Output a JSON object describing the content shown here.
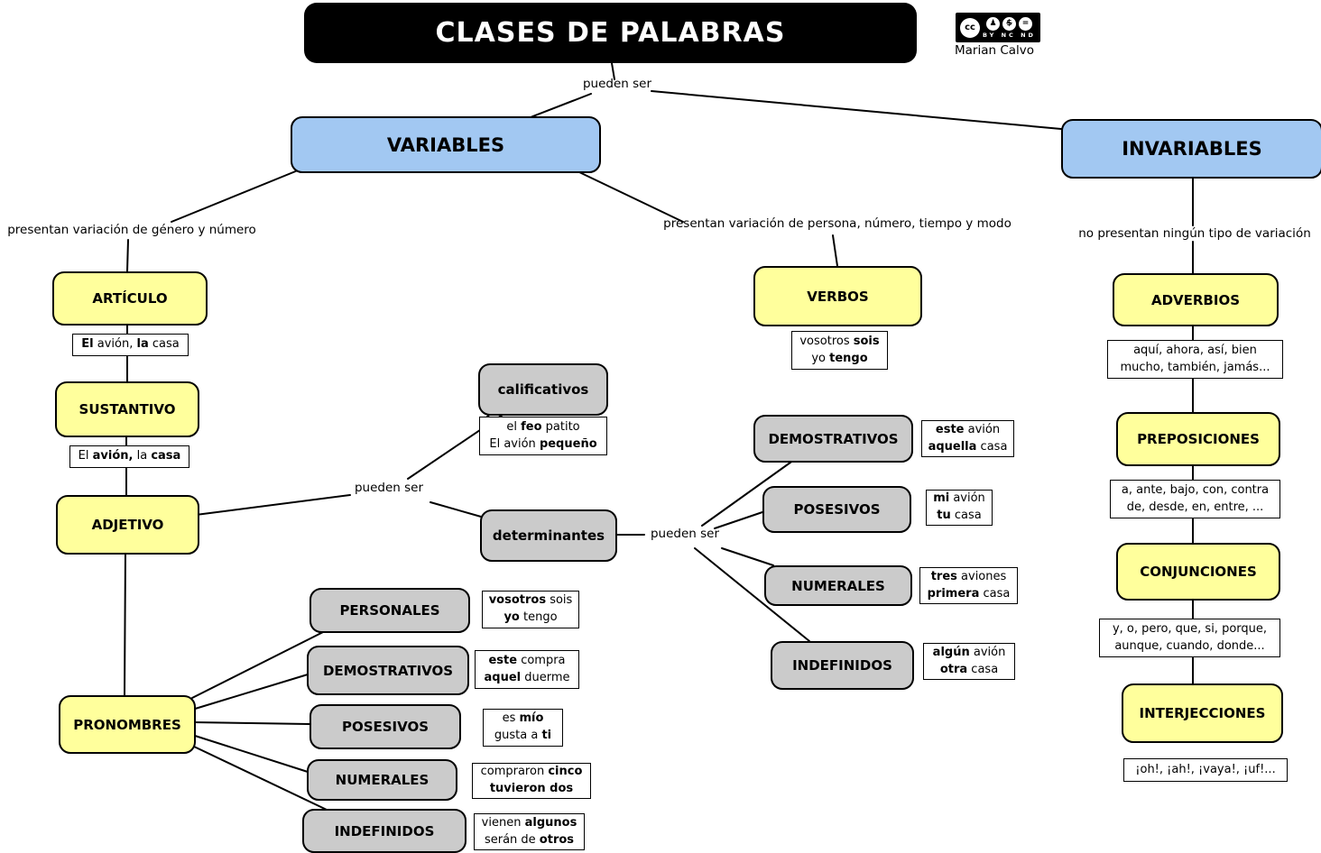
{
  "title": "CLASES DE PALABRAS",
  "license": {
    "author": "Marian Calvo",
    "icons": [
      "cc",
      "♟",
      "$",
      "="
    ],
    "labels": "BY NC ND"
  },
  "labels": {
    "root_connector": "pueden ser",
    "adjetivo_connector": "pueden ser",
    "determinantes_connector": "pueden ser",
    "variables_note": "presentan variación de género y número",
    "verbos_note": "presentan variación de persona, número, tiempo y modo",
    "invariables_note": "no presentan ningún tipo de variación"
  },
  "nodes": {
    "variables": "VARIABLES",
    "invariables": "INVARIABLES",
    "articulo": "ARTÍCULO",
    "sustantivo": "SUSTANTIVO",
    "adjetivo": "ADJETIVO",
    "pronombres": "PRONOMBRES",
    "verbos": "VERBOS",
    "calificativos": "calificativos",
    "determinantes": "determinantes",
    "det_demostrativos": "DEMOSTRATIVOS",
    "det_posesivos": "POSESIVOS",
    "det_numerales": "NUMERALES",
    "det_indefinidos": "INDEFINIDOS",
    "pron_personales": "PERSONALES",
    "pron_demostrativos": "DEMOSTRATIVOS",
    "pron_posesivos": "POSESIVOS",
    "pron_numerales": "NUMERALES",
    "pron_indefinidos": "INDEFINIDOS",
    "adverbios": "ADVERBIOS",
    "preposiciones": "PREPOSICIONES",
    "conjunciones": "CONJUNCIONES",
    "interjecciones": "INTERJECCIONES"
  },
  "examples": {
    "articulo": [
      [
        {
          "t": "El",
          "b": 1
        },
        {
          "t": " avión, ",
          "b": 0
        },
        {
          "t": "la",
          "b": 1
        },
        {
          "t": " casa",
          "b": 0
        }
      ]
    ],
    "sustantivo": [
      [
        {
          "t": "El ",
          "b": 0
        },
        {
          "t": "avión,",
          "b": 1
        },
        {
          "t": " la ",
          "b": 0
        },
        {
          "t": "casa",
          "b": 1
        }
      ]
    ],
    "verbos": [
      [
        {
          "t": "vosotros ",
          "b": 0
        },
        {
          "t": "sois",
          "b": 1
        }
      ],
      [
        {
          "t": "yo ",
          "b": 0
        },
        {
          "t": "tengo",
          "b": 1
        }
      ]
    ],
    "calificativos": [
      [
        {
          "t": "el ",
          "b": 0
        },
        {
          "t": "feo",
          "b": 1
        },
        {
          "t": " patito",
          "b": 0
        }
      ],
      [
        {
          "t": "El avión ",
          "b": 0
        },
        {
          "t": "pequeño",
          "b": 1
        }
      ]
    ],
    "det_demostrativos": [
      [
        {
          "t": "este",
          "b": 1
        },
        {
          "t": " avión",
          "b": 0
        }
      ],
      [
        {
          "t": "aquella",
          "b": 1
        },
        {
          "t": " casa",
          "b": 0
        }
      ]
    ],
    "det_posesivos": [
      [
        {
          "t": "mi",
          "b": 1
        },
        {
          "t": " avión",
          "b": 0
        }
      ],
      [
        {
          "t": "tu",
          "b": 1
        },
        {
          "t": " casa",
          "b": 0
        }
      ]
    ],
    "det_numerales": [
      [
        {
          "t": "tres",
          "b": 1
        },
        {
          "t": " aviones",
          "b": 0
        }
      ],
      [
        {
          "t": "primera",
          "b": 1
        },
        {
          "t": " casa",
          "b": 0
        }
      ]
    ],
    "det_indefinidos": [
      [
        {
          "t": "algún",
          "b": 1
        },
        {
          "t": " avión",
          "b": 0
        }
      ],
      [
        {
          "t": "otra",
          "b": 1
        },
        {
          "t": " casa",
          "b": 0
        }
      ]
    ],
    "pron_personales": [
      [
        {
          "t": "vosotros",
          "b": 1
        },
        {
          "t": " sois",
          "b": 0
        }
      ],
      [
        {
          "t": "yo",
          "b": 1
        },
        {
          "t": " tengo",
          "b": 0
        }
      ]
    ],
    "pron_demostrativos": [
      [
        {
          "t": "este",
          "b": 1
        },
        {
          "t": " compra",
          "b": 0
        }
      ],
      [
        {
          "t": "aquel",
          "b": 1
        },
        {
          "t": " duerme",
          "b": 0
        }
      ]
    ],
    "pron_posesivos": [
      [
        {
          "t": "es ",
          "b": 0
        },
        {
          "t": "mío",
          "b": 1
        }
      ],
      [
        {
          "t": "gusta a ",
          "b": 0
        },
        {
          "t": "ti",
          "b": 1
        }
      ]
    ],
    "pron_numerales": [
      [
        {
          "t": "compraron ",
          "b": 0
        },
        {
          "t": "cinco",
          "b": 1
        }
      ],
      [
        {
          "t": "tuvieron dos",
          "b": 1
        }
      ]
    ],
    "pron_indefinidos": [
      [
        {
          "t": "vienen ",
          "b": 0
        },
        {
          "t": "algunos",
          "b": 1
        }
      ],
      [
        {
          "t": "serán de ",
          "b": 0
        },
        {
          "t": "otros",
          "b": 1
        }
      ]
    ],
    "adverbios": [
      [
        {
          "t": "aquí, ahora, así, bien",
          "b": 0
        }
      ],
      [
        {
          "t": "mucho, también, jamás...",
          "b": 0
        }
      ]
    ],
    "preposiciones": [
      [
        {
          "t": "a, ante, bajo, con, contra",
          "b": 0
        }
      ],
      [
        {
          "t": "de, desde, en, entre, ...",
          "b": 0
        }
      ]
    ],
    "conjunciones": [
      [
        {
          "t": "y, o, pero, que, si, porque,",
          "b": 0
        }
      ],
      [
        {
          "t": "aunque, cuando, donde...",
          "b": 0
        }
      ]
    ],
    "interjecciones": [
      [
        {
          "t": "¡oh!, ¡ah!, ¡vaya!, ¡uf!...",
          "b": 0
        }
      ]
    ]
  },
  "colors": {
    "root_box": "#000000",
    "level1_blue": "#a2c8f2",
    "category_yellow": "#ffff9c",
    "subtype_gray": "#cbcbcb"
  }
}
